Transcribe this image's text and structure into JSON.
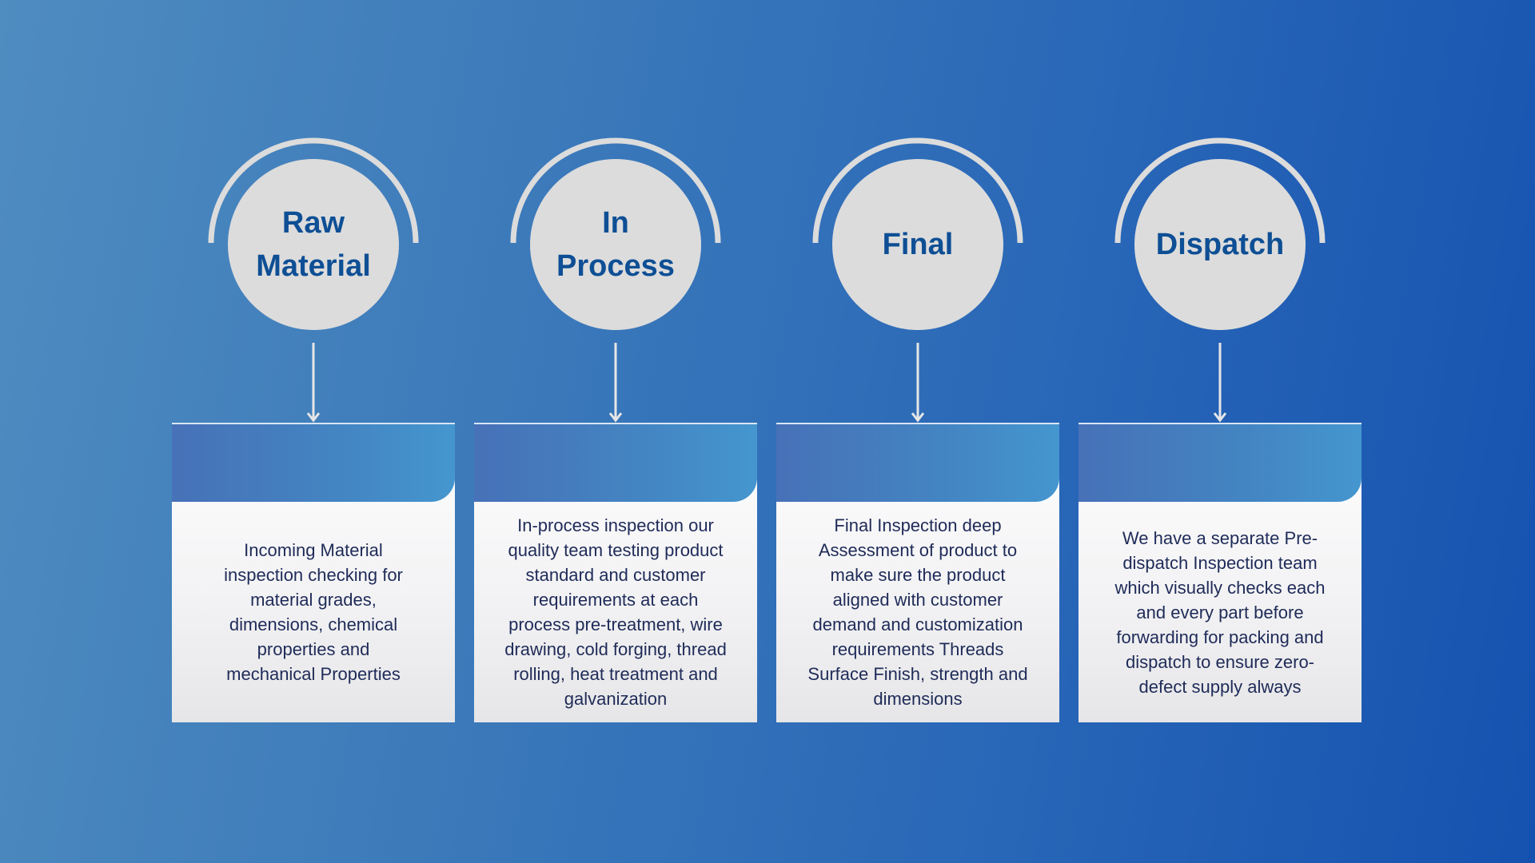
{
  "steps": [
    {
      "title": "Raw Material",
      "description": "Incoming Material\ninspection checking for\nmaterial grades,\ndimensions, chemical\nproperties and\nmechanical Properties"
    },
    {
      "title": "In Process",
      "description": "In-process inspection our\nquality team testing product\nstandard and customer\nrequirements at each\nprocess pre-treatment, wire\ndrawing, cold forging, thread\nrolling, heat treatment and\ngalvanization"
    },
    {
      "title": "Final",
      "description": "Final  Inspection deep\nAssessment of product to\nmake sure the product\naligned with customer\ndemand and customization\nrequirements  Threads\nSurface Finish, strength and\ndimensions"
    },
    {
      "title": "Dispatch",
      "description": "We have a separate Pre-\ndispatch Inspection team\nwhich visually checks each\nand every part before\nforwarding for packing and\ndispatch to ensure zero-\ndefect supply always"
    }
  ],
  "colors": {
    "title": "#0e4f95",
    "body": "#1f2b58",
    "circle": "#dcdcdc"
  }
}
